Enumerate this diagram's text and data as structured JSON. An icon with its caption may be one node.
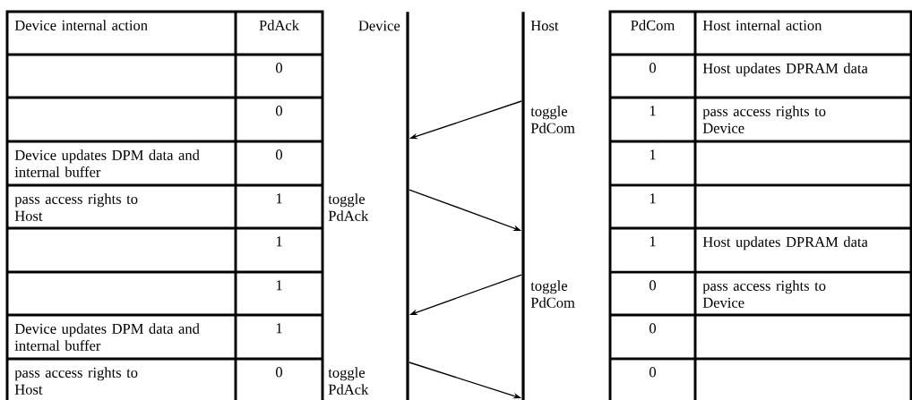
{
  "diagram": {
    "nodes": [
      {
        "text": [
          "Device"
        ]
      },
      {
        "text": [
          "Host"
        ]
      }
    ],
    "edges": [
      {
        "from": 1,
        "to": 0,
        "arrow": "to",
        "label": "toggle PdCom"
      },
      {
        "from": 0,
        "to": 1,
        "arrow": "to",
        "label": "toggle PdAck"
      },
      {
        "from": 1,
        "to": 0,
        "arrow": "to",
        "label": "toggle PdCom"
      },
      {
        "from": 0,
        "to": 1,
        "arrow": "to",
        "label": "toggle PdAck"
      }
    ],
    "labels": [
      "Device internal action",
      "PdAck",
      "PdCom",
      "Host internal action",
      "0",
      "0",
      "Host  updates DPRAM data",
      "0",
      "1",
      "pass access rights to Device",
      "Device updates DPM data and internal buffer",
      "0",
      "1",
      "pass access rights to Host",
      "1",
      "1",
      "1",
      "1",
      "Host updates DPRAM data",
      "1",
      "0",
      "pass access rights to Device",
      "Device updates DPM data and internal buffer",
      "1",
      "0",
      "pass access rights to Host",
      "0",
      "0"
    ]
  }
}
